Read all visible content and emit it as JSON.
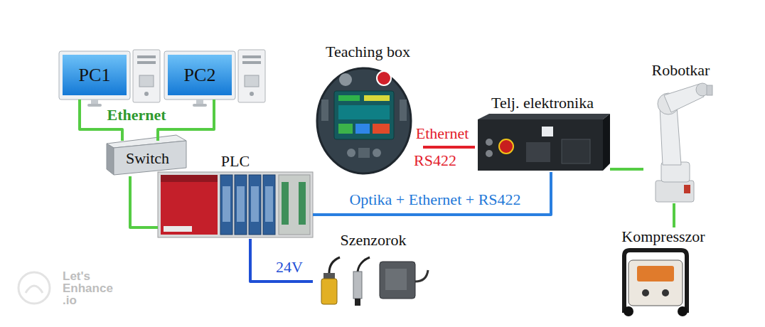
{
  "diagram": {
    "nodes": [
      {
        "text": [
          "PC1"
        ]
      },
      {
        "text": [
          "PC2"
        ]
      },
      {
        "text": [
          "Teaching box"
        ]
      },
      {
        "text": [
          "Telj. elektronika"
        ]
      },
      {
        "text": [
          "Robotkar"
        ]
      },
      {
        "text": [
          "Switch"
        ]
      },
      {
        "text": [
          "PLC"
        ]
      },
      {
        "text": [
          "Szenzorok"
        ]
      },
      {
        "text": [
          "Kompresszor"
        ]
      }
    ],
    "edges": [
      {
        "from": 0,
        "to": 5,
        "arrow": "none",
        "label": "Ethernet"
      },
      {
        "from": 1,
        "to": 5,
        "arrow": "none"
      },
      {
        "from": 5,
        "to": 6,
        "arrow": "none"
      },
      {
        "from": 2,
        "to": 3,
        "arrow": "none",
        "label": "Ethernet"
      },
      {
        "from": 6,
        "to": 3,
        "arrow": "none",
        "label": "Optika + Ethernet + RS422"
      },
      {
        "from": 6,
        "to": 7,
        "arrow": "none",
        "label": "24V"
      },
      {
        "from": 3,
        "to": 4,
        "arrow": "none"
      },
      {
        "from": 4,
        "to": 8,
        "arrow": "none"
      }
    ],
    "labels": [
      "RS422",
      "Let's Enhance .io"
    ]
  }
}
